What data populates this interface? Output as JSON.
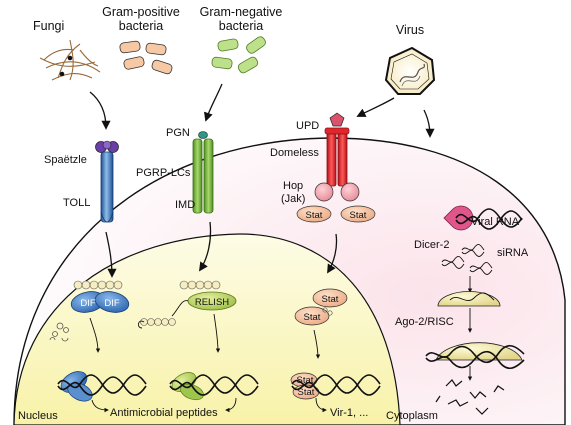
{
  "labels": {
    "fungi": "Fungi",
    "gram_pos": [
      "Gram-positive",
      "bacteria"
    ],
    "gram_neg": [
      "Gram-negative",
      "bacteria"
    ],
    "virus": "Virus",
    "spaetzle": "Spaëtzle",
    "toll": "TOLL",
    "pgn": "PGN",
    "pgrp": "PGRP-LCs",
    "imd": "IMD",
    "upd": "UPD",
    "domeless": "Domeless",
    "hop": [
      "Hop",
      "(Jak)"
    ],
    "stat": "Stat",
    "relish": "RELISH",
    "dif": "DIF",
    "dicer": "Dicer-2",
    "viral_rna": "Viral RNA",
    "sirna": "siRNA",
    "ago": "Ago-2/RISC",
    "nucleus": "Nucleus",
    "amp": "Antimicrobial peptides",
    "vir": "Vir-1, ...",
    "cytoplasm": "Cytoplasm"
  },
  "colors": {
    "toll_blue": "#2f6fb8",
    "pgrp_green": "#7cbf3c",
    "domeless_red": "#e0262b",
    "stat_orange": "#f2b38a",
    "relish_green": "#b6d25a",
    "dif_blue": "#3b7cc4",
    "dicer_pink": "#e0568a",
    "nucleus_yellow": "#fbf7c8",
    "cyto_pink": "#fbe8ec"
  }
}
